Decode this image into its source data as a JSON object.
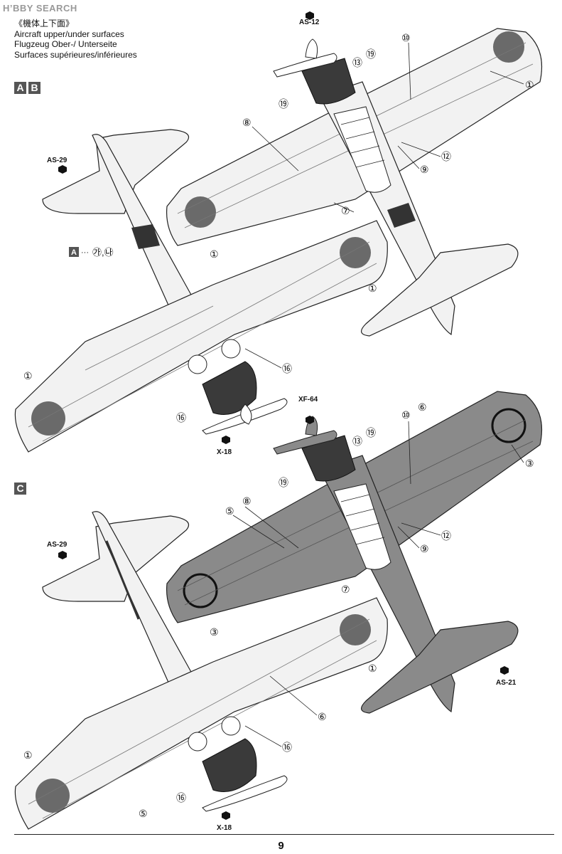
{
  "watermark": "H’BBY SEARCH",
  "header": {
    "jp": "《機体上下面》",
    "en": "Aircraft upper/under surfaces",
    "de": "Flugzeug Ober-/ Unterseite",
    "fr": "Surfaces supérieures/inférieures"
  },
  "sections": {
    "a": "A",
    "b": "B",
    "c": "C"
  },
  "paints": {
    "as12": "AS-12",
    "as29_top": "AS-29",
    "x18_top": "X-18",
    "xf64": "XF-64",
    "as29_bottom": "AS-29",
    "as21": "AS-21",
    "x18_bottom": "X-18"
  },
  "decal_ref": {
    "box": "A",
    "dots": "···",
    "parts": "㉮,㉯"
  },
  "callouts_top": [
    "①",
    "①",
    "①",
    "①",
    "⑦",
    "⑧",
    "⑨",
    "⑩",
    "⑫",
    "⑬",
    "⑯",
    "⑯",
    "⑲"
  ],
  "callouts_bottom": [
    "①",
    "①",
    "③",
    "③",
    "⑤",
    "⑤",
    "⑥",
    "⑥",
    "⑦",
    "⑧",
    "⑨",
    "⑩",
    "⑫",
    "⑬",
    "⑯",
    "⑯",
    "⑲"
  ],
  "page_number": "9",
  "colors": {
    "hinomaru": "#6a6a6a",
    "upper_surface": "#8a8a8a",
    "lower_surface": "#f0f0f0",
    "cowling": "#3a3a3a",
    "outline": "#222222"
  }
}
